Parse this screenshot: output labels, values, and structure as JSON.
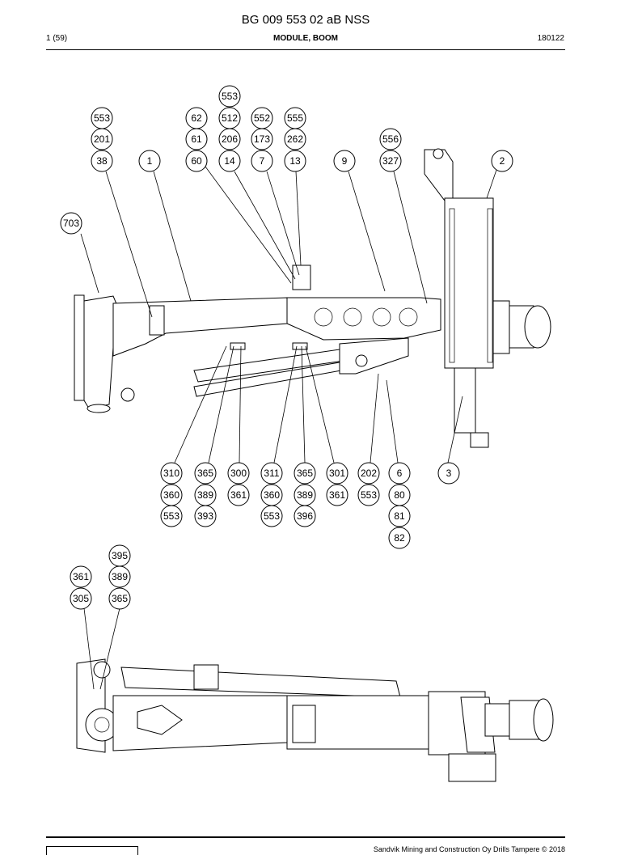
{
  "header": {
    "doc_number": "BG 009 553 02 aB NSS",
    "page": "1 (59)",
    "section": "MODULE, BOOM",
    "date": "180122"
  },
  "callouts_upper": [
    {
      "id": "c553a",
      "label": "553"
    },
    {
      "id": "c201",
      "label": "201"
    },
    {
      "id": "c38",
      "label": "38"
    },
    {
      "id": "c1",
      "label": "1"
    },
    {
      "id": "c62",
      "label": "62"
    },
    {
      "id": "c61",
      "label": "61"
    },
    {
      "id": "c60",
      "label": "60"
    },
    {
      "id": "c553b",
      "label": "553"
    },
    {
      "id": "c512",
      "label": "512"
    },
    {
      "id": "c206",
      "label": "206"
    },
    {
      "id": "c14",
      "label": "14"
    },
    {
      "id": "c552",
      "label": "552"
    },
    {
      "id": "c173",
      "label": "173"
    },
    {
      "id": "c7",
      "label": "7"
    },
    {
      "id": "c555",
      "label": "555"
    },
    {
      "id": "c262",
      "label": "262"
    },
    {
      "id": "c13",
      "label": "13"
    },
    {
      "id": "c9",
      "label": "9"
    },
    {
      "id": "c556",
      "label": "556"
    },
    {
      "id": "c327",
      "label": "327"
    },
    {
      "id": "c2",
      "label": "2"
    },
    {
      "id": "c703",
      "label": "703"
    }
  ],
  "callouts_lower": [
    {
      "id": "c310",
      "label": "310"
    },
    {
      "id": "c360a",
      "label": "360"
    },
    {
      "id": "c553c",
      "label": "553"
    },
    {
      "id": "c365a",
      "label": "365"
    },
    {
      "id": "c389a",
      "label": "389"
    },
    {
      "id": "c393",
      "label": "393"
    },
    {
      "id": "c300",
      "label": "300"
    },
    {
      "id": "c361a",
      "label": "361"
    },
    {
      "id": "c311",
      "label": "311"
    },
    {
      "id": "c360b",
      "label": "360"
    },
    {
      "id": "c553d",
      "label": "553"
    },
    {
      "id": "c365b",
      "label": "365"
    },
    {
      "id": "c389b",
      "label": "389"
    },
    {
      "id": "c396",
      "label": "396"
    },
    {
      "id": "c301",
      "label": "301"
    },
    {
      "id": "c361b",
      "label": "361"
    },
    {
      "id": "c202",
      "label": "202"
    },
    {
      "id": "c553e",
      "label": "553"
    },
    {
      "id": "c6",
      "label": "6"
    },
    {
      "id": "c80",
      "label": "80"
    },
    {
      "id": "c81",
      "label": "81"
    },
    {
      "id": "c82",
      "label": "82"
    },
    {
      "id": "c3",
      "label": "3"
    }
  ],
  "callouts_second_view": [
    {
      "id": "c395",
      "label": "395"
    },
    {
      "id": "c389c",
      "label": "389"
    },
    {
      "id": "c365c",
      "label": "365"
    },
    {
      "id": "c361c",
      "label": "361"
    },
    {
      "id": "c305",
      "label": "305"
    }
  ],
  "footer": {
    "copyright": "Sandvik Mining and Construction Oy Drills Tampere © 2018"
  }
}
